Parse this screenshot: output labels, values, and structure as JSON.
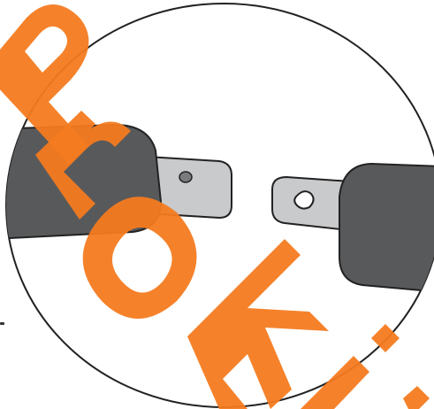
{
  "figure": {
    "kind": "illustration",
    "subject": "broken-plug-connectors",
    "watermark": "Proki.",
    "colors": {
      "outline": "#222222",
      "plug_body": "#58595b",
      "prong": "#c9cacc",
      "prong_hole": "#7a7b7d",
      "watermark": "#f47b20",
      "background": "#ffffff"
    }
  }
}
